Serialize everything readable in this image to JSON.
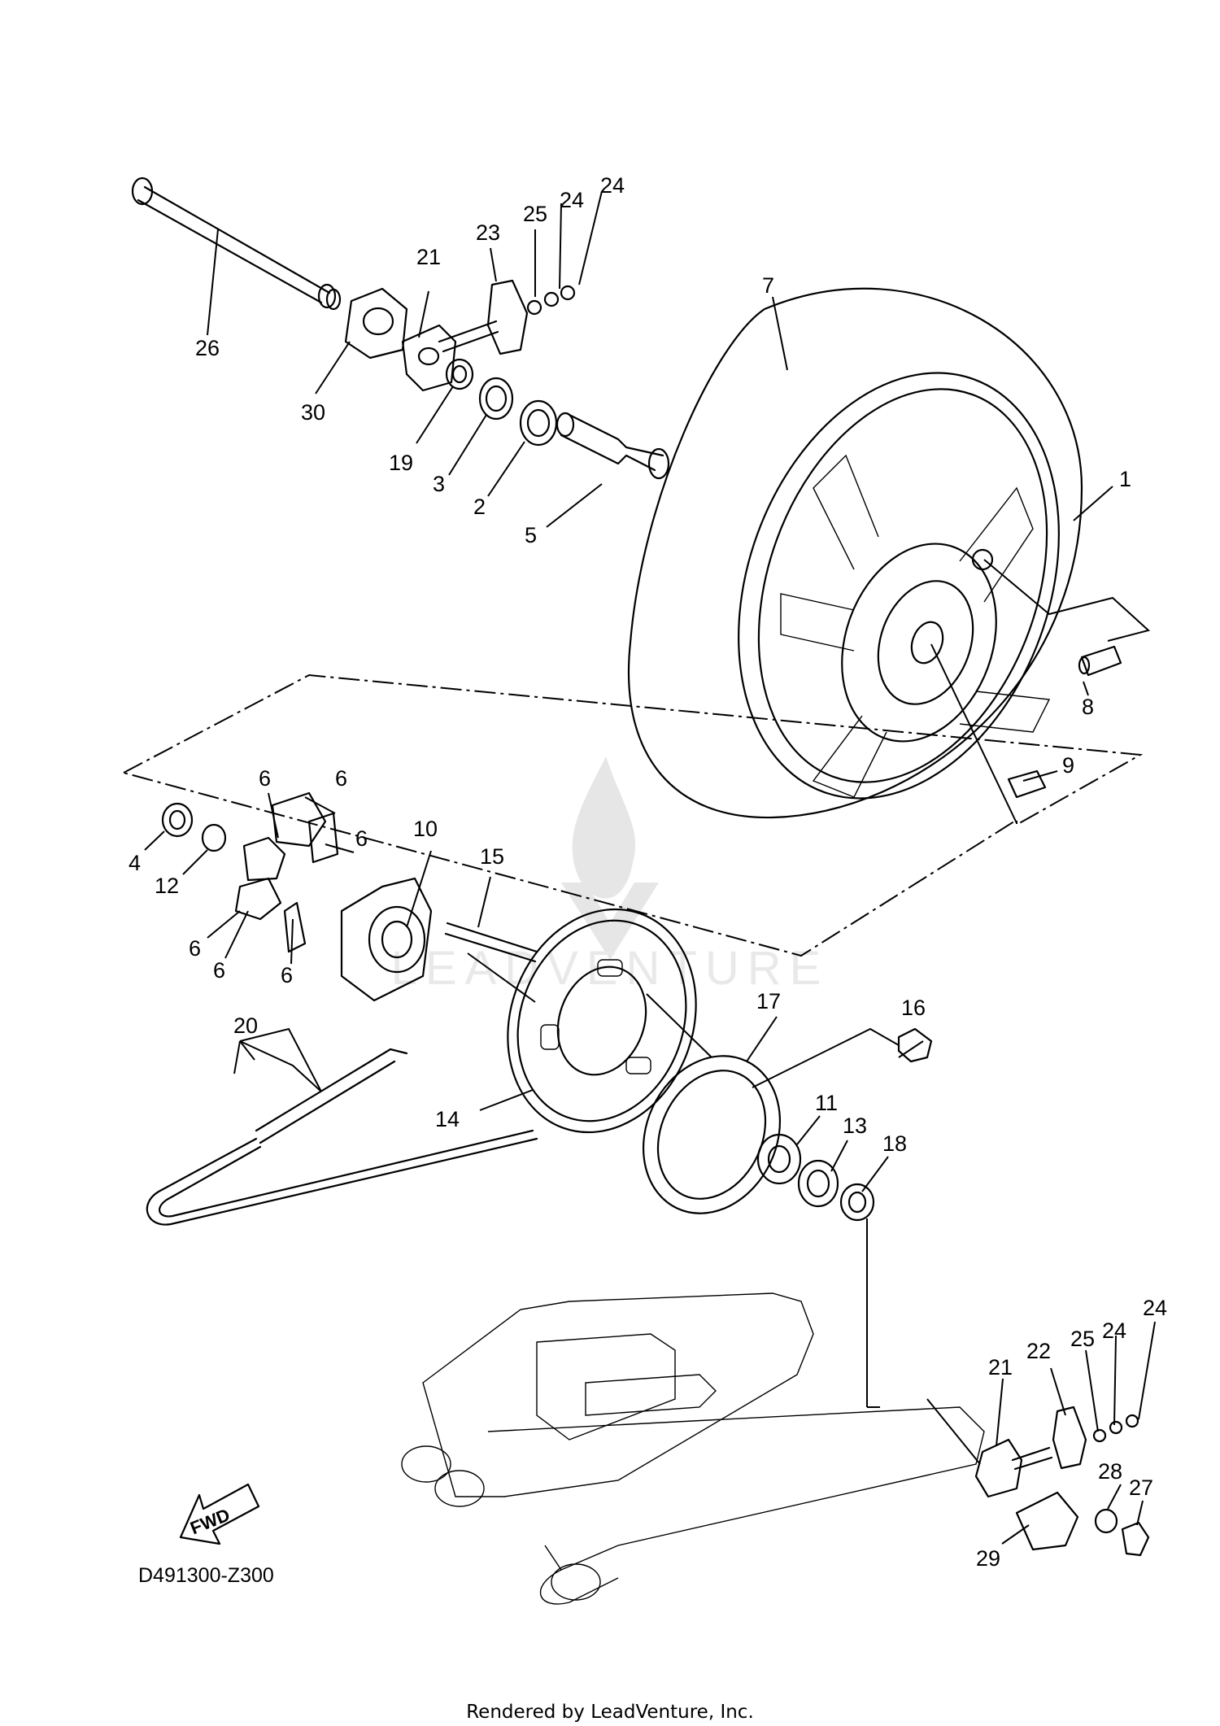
{
  "diagram_code": "D491300-Z300",
  "fwd_label": "FWD",
  "watermark_text": "LEADVENTURE",
  "credit": "Rendered by LeadVenture, Inc.",
  "callouts": {
    "c1": "1",
    "c2": "2",
    "c3": "3",
    "c4": "4",
    "c5": "5",
    "c6a": "6",
    "c6b": "6",
    "c6c": "6",
    "c6d": "6",
    "c6e": "6",
    "c6f": "6",
    "c7": "7",
    "c8": "8",
    "c9": "9",
    "c10": "10",
    "c11": "11",
    "c12": "12",
    "c13": "13",
    "c14": "14",
    "c15": "15",
    "c16": "16",
    "c17": "17",
    "c18": "18",
    "c19": "19",
    "c20": "20",
    "c21a": "21",
    "c21b": "21",
    "c22": "22",
    "c23": "23",
    "c24a": "24",
    "c24b": "24",
    "c24c": "24",
    "c24d": "24",
    "c25a": "25",
    "c25b": "25",
    "c26": "26",
    "c27": "27",
    "c28": "28",
    "c29": "29",
    "c30": "30"
  }
}
